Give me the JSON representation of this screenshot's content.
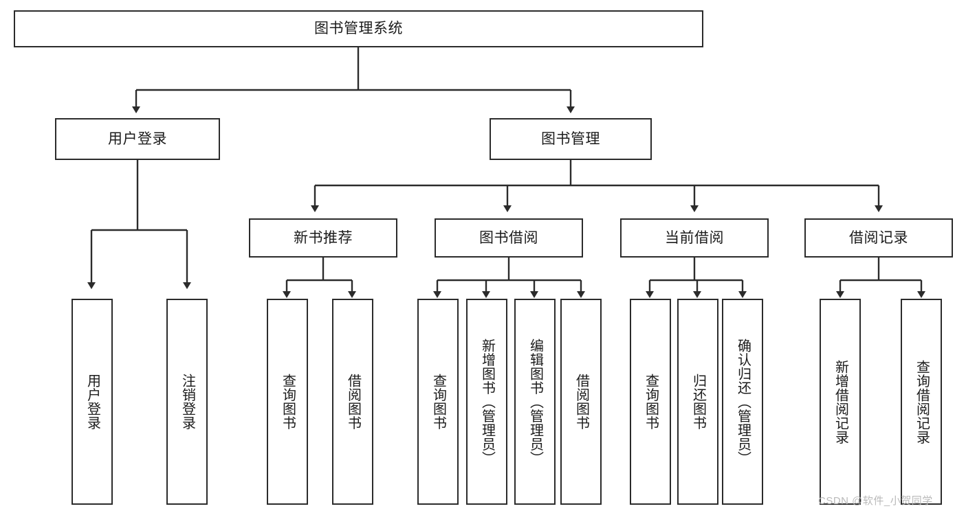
{
  "diagram": {
    "title": "图书管理系统",
    "type": "tree-hierarchy-diagram",
    "colors": {
      "stroke": "#2b2b2b",
      "fill": "#ffffff",
      "text": "#1b1b1b",
      "watermark": "#b9b9b9"
    },
    "root": {
      "label": "图书管理系统"
    },
    "level2": [
      {
        "label": "用户登录"
      },
      {
        "label": "图书管理"
      }
    ],
    "level3": [
      {
        "label": "新书推荐"
      },
      {
        "label": "图书借阅"
      },
      {
        "label": "当前借阅"
      },
      {
        "label": "借阅记录"
      }
    ],
    "leaves": {
      "user_login": [
        {
          "label": "用户登录"
        },
        {
          "label": "注销登录"
        }
      ],
      "new_book_recommend": [
        {
          "label": "查询图书"
        },
        {
          "label": "借阅图书"
        }
      ],
      "book_borrow": [
        {
          "label": "查询图书"
        },
        {
          "label": "新增图书（管理员）"
        },
        {
          "label": "编辑图书（管理员）"
        },
        {
          "label": "借阅图书"
        }
      ],
      "current_borrow": [
        {
          "label": "查询图书"
        },
        {
          "label": "归还图书"
        },
        {
          "label": "确认归还（管理员）"
        }
      ],
      "borrow_record": [
        {
          "label": "新增借阅记录"
        },
        {
          "label": "查询借阅记录"
        }
      ]
    },
    "watermark": "CSDN @软件_小贺同学"
  }
}
